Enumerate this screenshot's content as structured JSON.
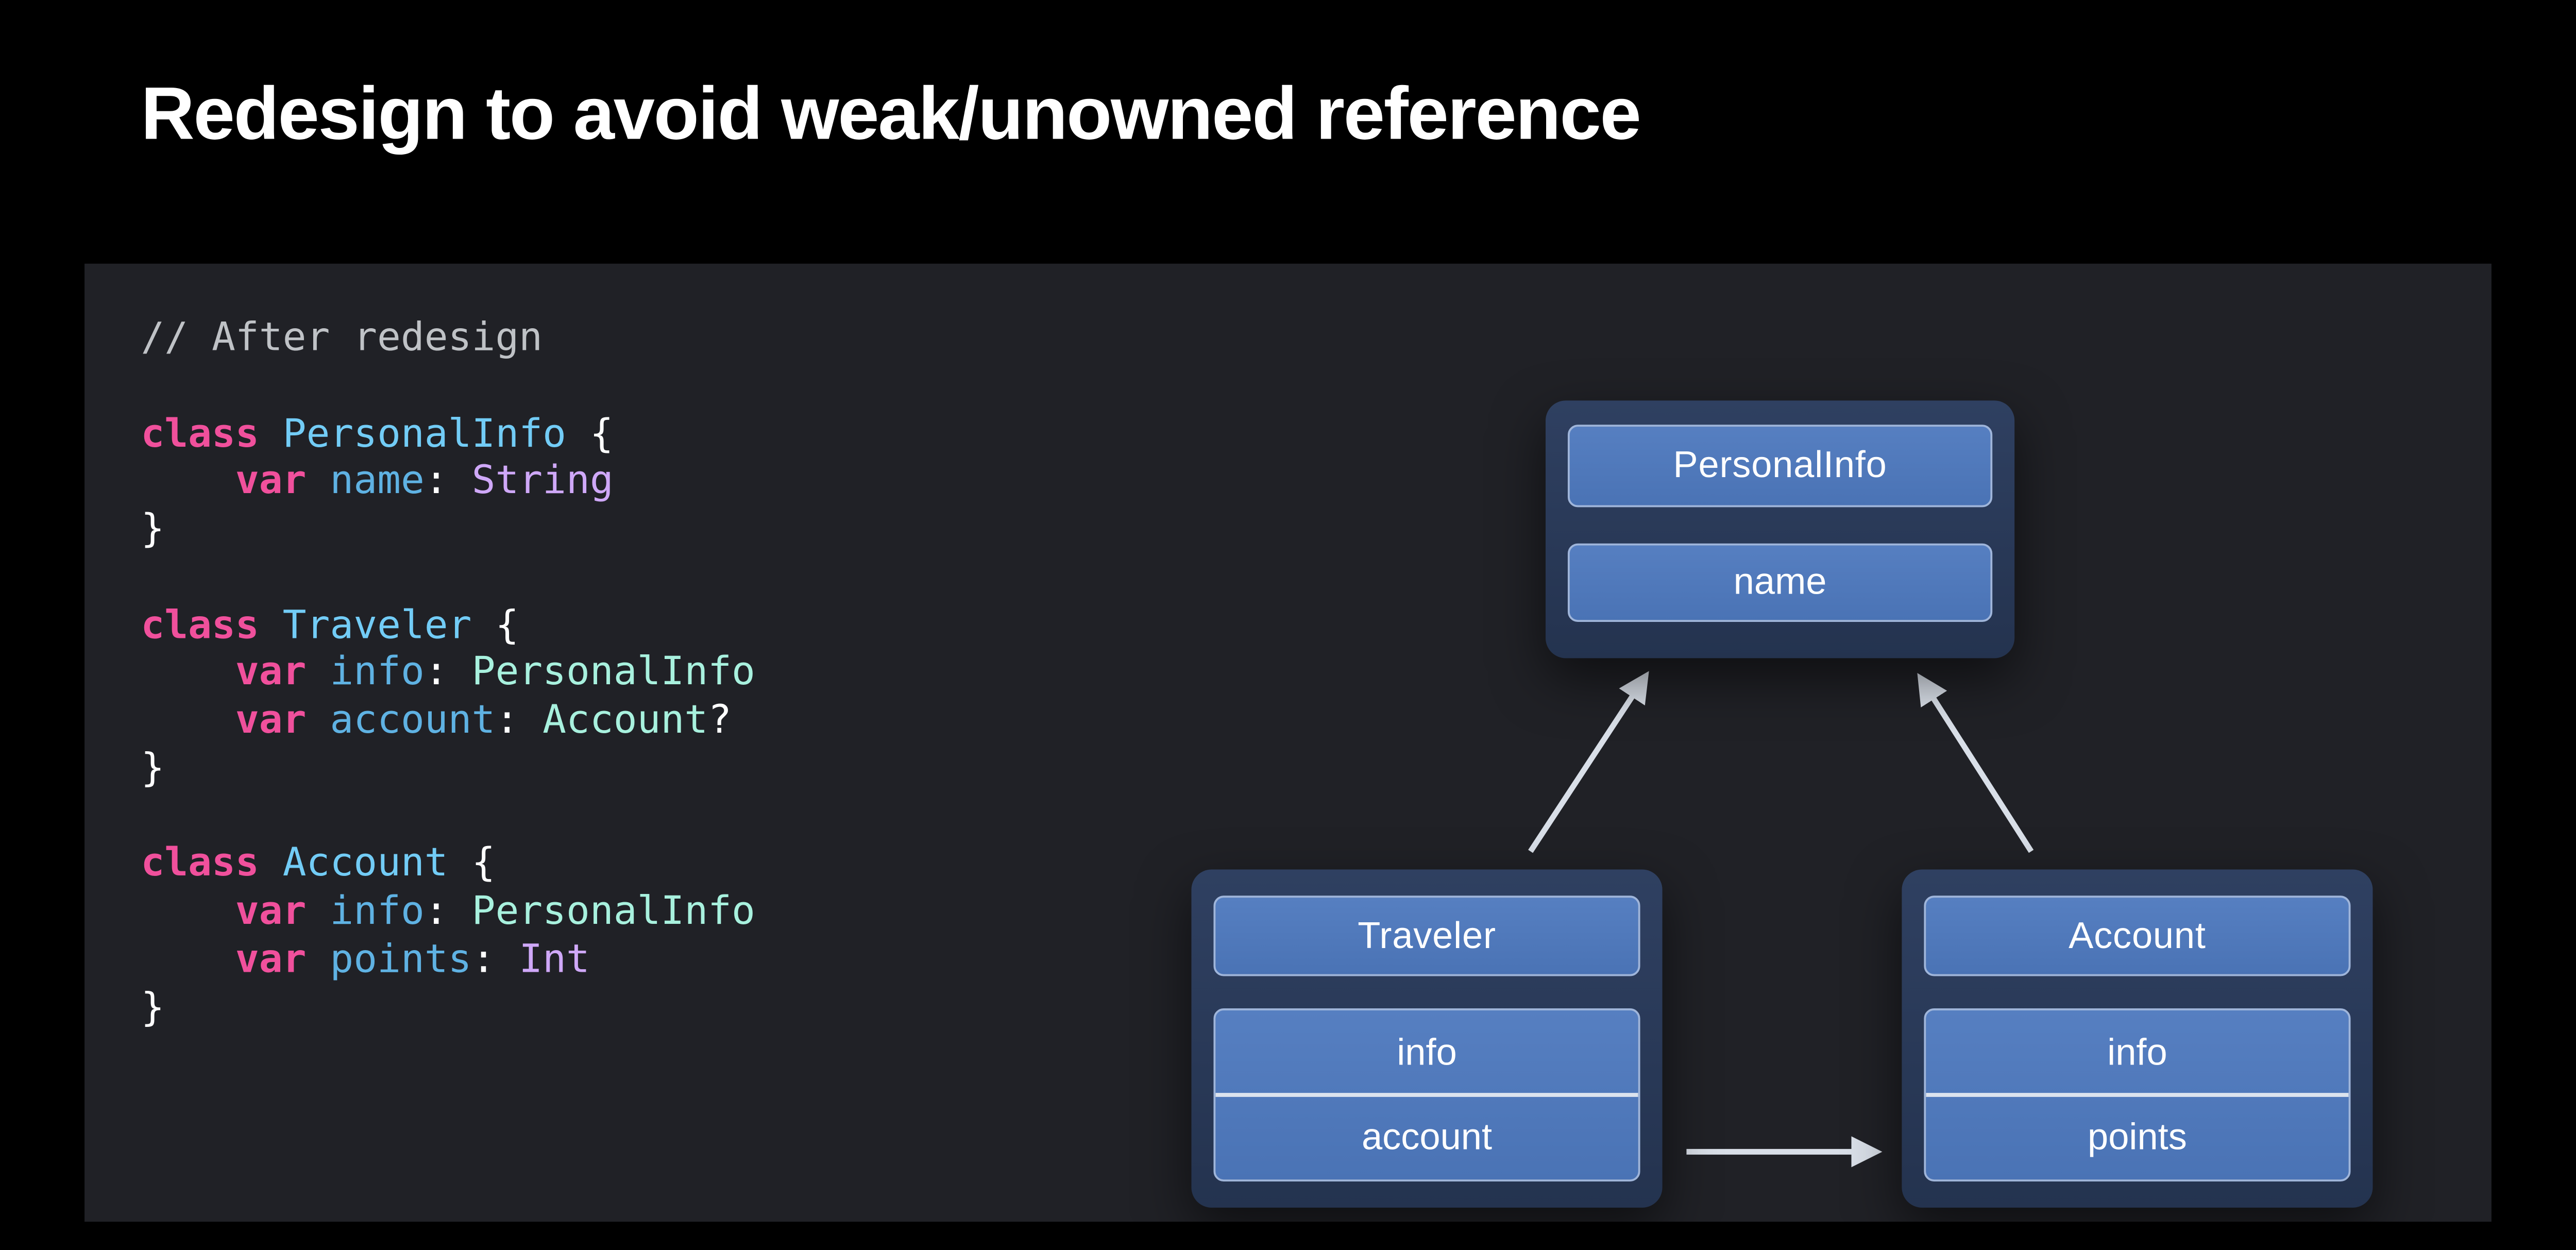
{
  "slide": {
    "title": "Redesign to avoid weak/unowned reference"
  },
  "colors": {
    "background": "#000000",
    "panel": "#202126",
    "title_text": "#FFFFFF",
    "card_outer_top": "#2F4061",
    "card_outer_bottom": "#24334F",
    "cell_top": "#567FC1",
    "cell_bottom": "#4A73B5",
    "cell_border": "#9FB5DA",
    "cell_text": "#FFFFFF",
    "divider": "#DCE3EE",
    "arrow": "#D9DFE8",
    "code_comment": "#BFC2C6",
    "code_keyword": "#F0509C",
    "code_declared_type": "#72CCF6",
    "code_property": "#5FB2E3",
    "code_project_type": "#A8F1DE",
    "code_system_type": "#CFA8F8",
    "code_plain": "#FFFFFF"
  },
  "code": {
    "lines": [
      [
        {
          "t": "// After redesign",
          "c": "cm"
        }
      ],
      [],
      [
        {
          "t": "class ",
          "c": "kw"
        },
        {
          "t": "PersonalInfo",
          "c": "ty"
        },
        {
          "t": " {",
          "c": "pl"
        }
      ],
      [
        {
          "t": "    ",
          "c": "pl"
        },
        {
          "t": "var ",
          "c": "kw"
        },
        {
          "t": "name",
          "c": "pr"
        },
        {
          "t": ": ",
          "c": "pl"
        },
        {
          "t": "String",
          "c": "sys"
        }
      ],
      [
        {
          "t": "}",
          "c": "pl"
        }
      ],
      [],
      [
        {
          "t": "class ",
          "c": "kw"
        },
        {
          "t": "Traveler",
          "c": "ty"
        },
        {
          "t": " {",
          "c": "pl"
        }
      ],
      [
        {
          "t": "    ",
          "c": "pl"
        },
        {
          "t": "var ",
          "c": "kw"
        },
        {
          "t": "info",
          "c": "pr"
        },
        {
          "t": ": ",
          "c": "pl"
        },
        {
          "t": "PersonalInfo",
          "c": "mint"
        }
      ],
      [
        {
          "t": "    ",
          "c": "pl"
        },
        {
          "t": "var ",
          "c": "kw"
        },
        {
          "t": "account",
          "c": "pr"
        },
        {
          "t": ": ",
          "c": "pl"
        },
        {
          "t": "Account",
          "c": "mint"
        },
        {
          "t": "?",
          "c": "pl"
        }
      ],
      [
        {
          "t": "}",
          "c": "pl"
        }
      ],
      [],
      [
        {
          "t": "class ",
          "c": "kw"
        },
        {
          "t": "Account",
          "c": "ty"
        },
        {
          "t": " {",
          "c": "pl"
        }
      ],
      [
        {
          "t": "    ",
          "c": "pl"
        },
        {
          "t": "var ",
          "c": "kw"
        },
        {
          "t": "info",
          "c": "pr"
        },
        {
          "t": ": ",
          "c": "pl"
        },
        {
          "t": "PersonalInfo",
          "c": "mint"
        }
      ],
      [
        {
          "t": "    ",
          "c": "pl"
        },
        {
          "t": "var ",
          "c": "kw"
        },
        {
          "t": "points",
          "c": "pr"
        },
        {
          "t": ": ",
          "c": "pl"
        },
        {
          "t": "Int",
          "c": "sys"
        }
      ],
      [
        {
          "t": "}",
          "c": "pl"
        }
      ]
    ]
  },
  "diagram": {
    "cards": [
      {
        "id": "personalinfo",
        "title": "PersonalInfo",
        "fields": [
          "name"
        ]
      },
      {
        "id": "traveler",
        "title": "Traveler",
        "fields": [
          "info",
          "account"
        ]
      },
      {
        "id": "account",
        "title": "Account",
        "fields": [
          "info",
          "points"
        ]
      }
    ],
    "arrows": [
      {
        "from": "Traveler",
        "to": "PersonalInfo"
      },
      {
        "from": "Account",
        "to": "PersonalInfo"
      },
      {
        "from": "Traveler.account",
        "to": "Account"
      }
    ]
  }
}
